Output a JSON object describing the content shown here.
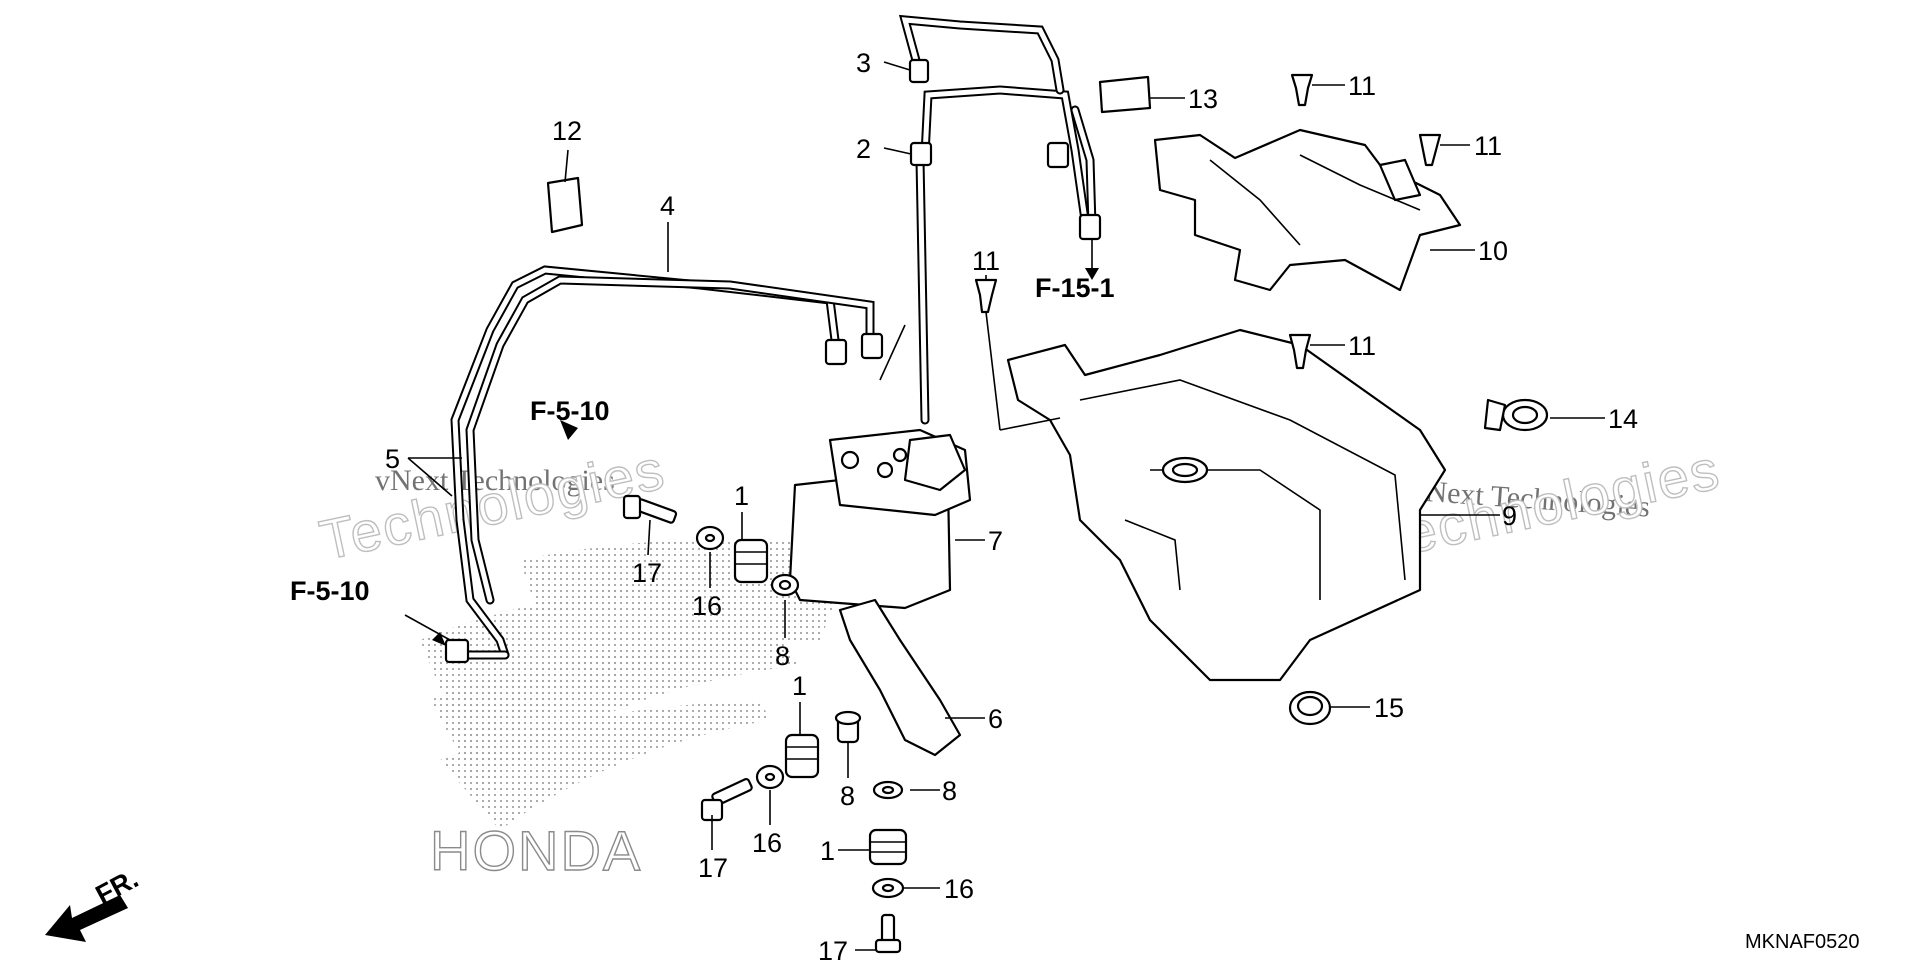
{
  "diagram": {
    "sheet_code": "MKNAF0520",
    "front_label": "FR.",
    "references": [
      {
        "id": "ref-f-5-10-upper",
        "text": "F-5-10"
      },
      {
        "id": "ref-f-5-10-lower",
        "text": "F-5-10"
      },
      {
        "id": "ref-f-15-1",
        "text": "F-15-1"
      }
    ],
    "callouts": [
      {
        "id": "c1a",
        "text": "1"
      },
      {
        "id": "c1b",
        "text": "1"
      },
      {
        "id": "c1c",
        "text": "1"
      },
      {
        "id": "c2",
        "text": "2"
      },
      {
        "id": "c3",
        "text": "3"
      },
      {
        "id": "c4",
        "text": "4"
      },
      {
        "id": "c5",
        "text": "5"
      },
      {
        "id": "c6",
        "text": "6"
      },
      {
        "id": "c7",
        "text": "7"
      },
      {
        "id": "c8a",
        "text": "8"
      },
      {
        "id": "c8b",
        "text": "8"
      },
      {
        "id": "c8c",
        "text": "8"
      },
      {
        "id": "c9",
        "text": "9"
      },
      {
        "id": "c10",
        "text": "10"
      },
      {
        "id": "c11a",
        "text": "11"
      },
      {
        "id": "c11b",
        "text": "11"
      },
      {
        "id": "c11c",
        "text": "11"
      },
      {
        "id": "c11d",
        "text": "11"
      },
      {
        "id": "c12",
        "text": "12"
      },
      {
        "id": "c13",
        "text": "13"
      },
      {
        "id": "c14",
        "text": "14"
      },
      {
        "id": "c15",
        "text": "15"
      },
      {
        "id": "c16a",
        "text": "16"
      },
      {
        "id": "c16b",
        "text": "16"
      },
      {
        "id": "c16c",
        "text": "16"
      },
      {
        "id": "c17a",
        "text": "17"
      },
      {
        "id": "c17b",
        "text": "17"
      },
      {
        "id": "c17c",
        "text": "17"
      }
    ],
    "watermarks": {
      "brand": "HONDA",
      "vendor_line_1": "vNext Technologies",
      "vendor_line_2": "Technologies"
    }
  }
}
